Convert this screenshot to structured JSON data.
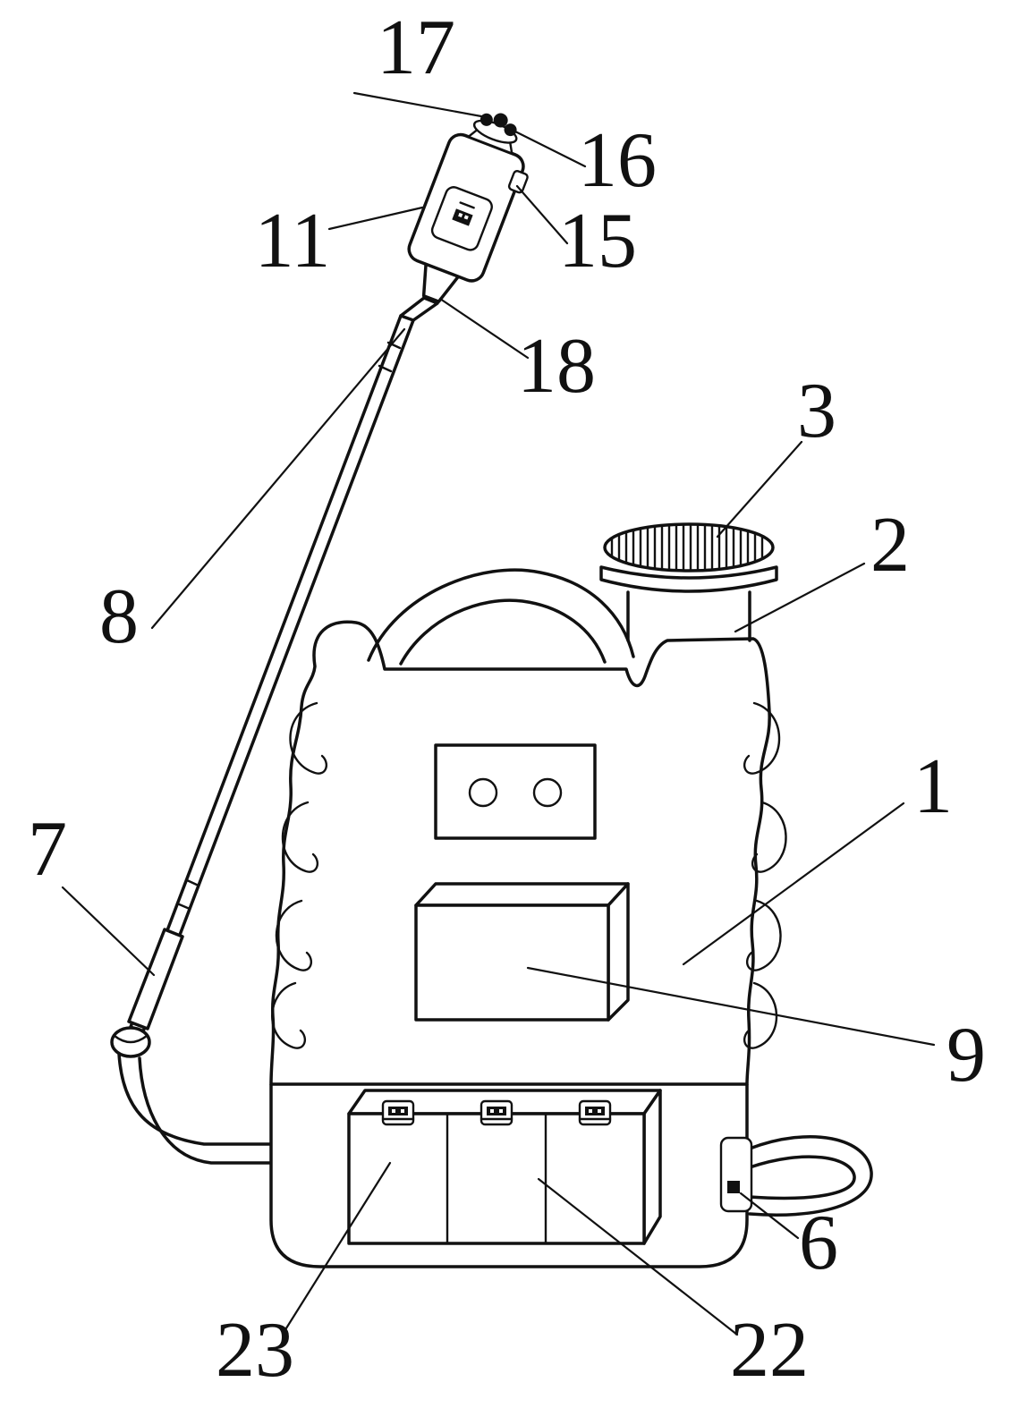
{
  "figure": {
    "background": "#ffffff",
    "line_color": "#111111"
  },
  "callouts": [
    {
      "text": "17"
    },
    {
      "text": "16"
    },
    {
      "text": "11"
    },
    {
      "text": "15"
    },
    {
      "text": "18"
    },
    {
      "text": "3"
    },
    {
      "text": "2"
    },
    {
      "text": "8"
    },
    {
      "text": "1"
    },
    {
      "text": "7"
    },
    {
      "text": "9"
    },
    {
      "text": "6"
    },
    {
      "text": "22"
    },
    {
      "text": "23"
    }
  ]
}
